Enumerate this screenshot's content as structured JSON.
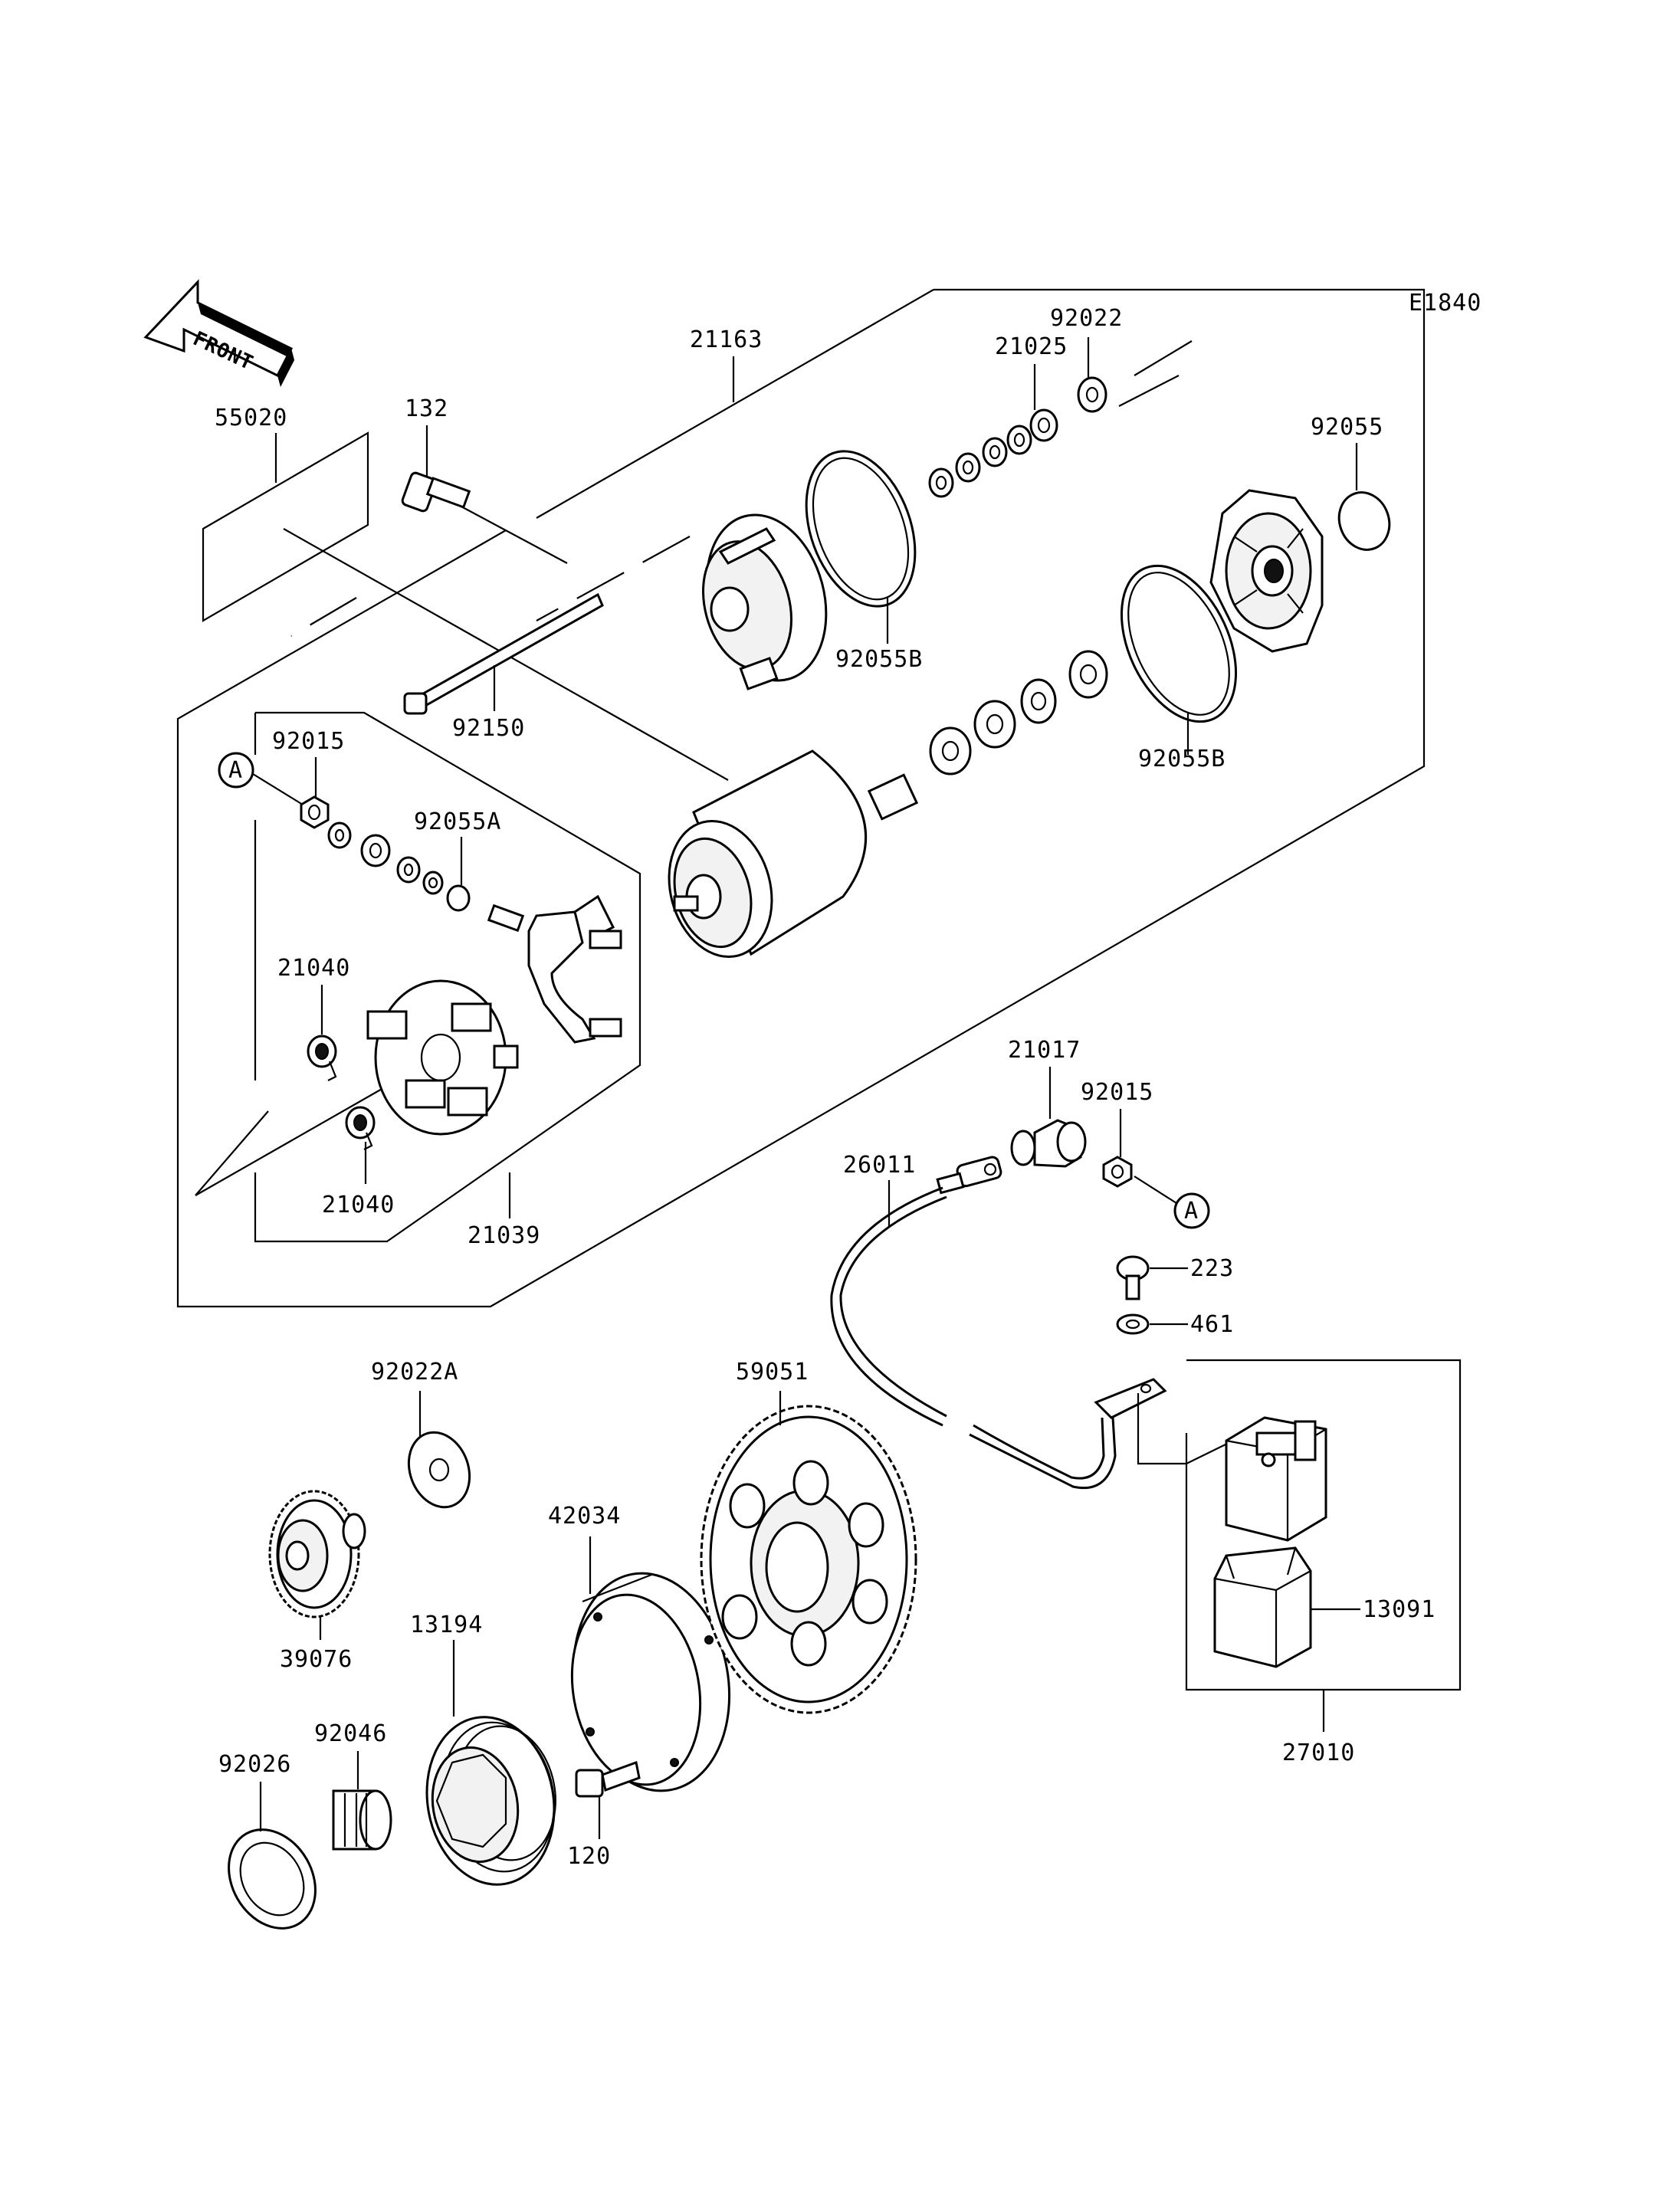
{
  "diagram_code": "E1840",
  "front_label": "FRONT",
  "ref_marker": "A",
  "parts": {
    "p21163": "21163",
    "p92022": "92022",
    "p21025": "21025",
    "p92055": "92055",
    "p55020": "55020",
    "p132": "132",
    "p92055B_top": "92055B",
    "p92150": "92150",
    "p92055B_bottom": "92055B",
    "p92015_left": "92015",
    "p92055A": "92055A",
    "p21040_top": "21040",
    "p21040_bottom": "21040",
    "p21039": "21039",
    "p21017": "21017",
    "p92015_right": "92015",
    "p26011": "26011",
    "p223": "223",
    "p461": "461",
    "p92022A": "92022A",
    "p59051": "59051",
    "p42034": "42034",
    "p39076": "39076",
    "p13194": "13194",
    "p92046": "92046",
    "p92026": "92026",
    "p120": "120",
    "p13091": "13091",
    "p27010": "27010"
  }
}
